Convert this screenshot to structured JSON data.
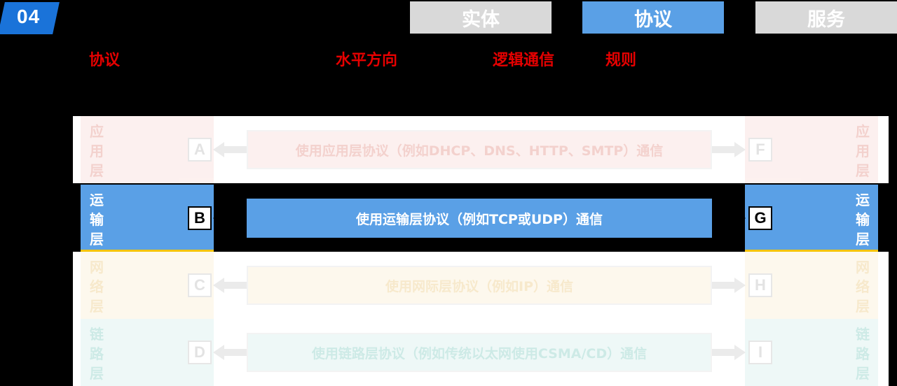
{
  "header": {
    "badge": "04",
    "tabs": [
      {
        "label": "实体",
        "active": false
      },
      {
        "label": "协议",
        "active": true
      },
      {
        "label": "服务",
        "active": false
      }
    ]
  },
  "keywords": [
    "协议",
    "水平方向",
    "逻辑通信",
    "规则"
  ],
  "layers": [
    {
      "name_chars": [
        "应",
        "用",
        "层"
      ],
      "left_node": "A",
      "right_node": "F",
      "message": "使用应用层协议（例如DHCP、DNS、HTTP、SMTP）通信",
      "highlighted": false,
      "tint": "#fbe3e0",
      "text_color": "#e9a59d"
    },
    {
      "name_chars": [
        "运",
        "输",
        "层"
      ],
      "left_node": "B",
      "right_node": "G",
      "message": "使用运输层协议（例如TCP或UDP）通信",
      "highlighted": true,
      "tint": "#5aa0e6",
      "text_color": "#ffffff"
    },
    {
      "name_chars": [
        "网",
        "络",
        "层"
      ],
      "left_node": "C",
      "right_node": "H",
      "message": "使用网际层协议（例如IP）通信",
      "highlighted": false,
      "tint": "#fdf3dc",
      "text_color": "#f0d49a"
    },
    {
      "name_chars": [
        "链",
        "路",
        "层"
      ],
      "left_node": "D",
      "right_node": "I",
      "message": "使用链路层协议（例如传统以太网使用CSMA/CD）通信",
      "highlighted": false,
      "tint": "#dff3f1",
      "text_color": "#9dd7cf"
    }
  ],
  "colors": {
    "accent": "#1a73d9",
    "active_tab": "#5aa0e6",
    "inactive_tab": "#d9d9d9",
    "keyword": "#e60000",
    "arrow": "#d9d9d9"
  }
}
